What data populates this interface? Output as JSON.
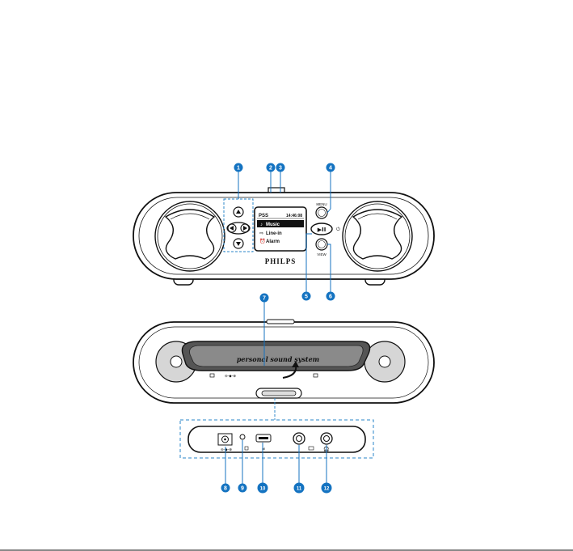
{
  "device": {
    "brand": "PHILPS",
    "screen": {
      "header_left": "PSS",
      "header_right": "14:46:08",
      "menu_items": [
        {
          "label": "Music",
          "icon": "music-note-icon",
          "selected": true
        },
        {
          "label": "Line-in",
          "icon": "arrow-right-icon",
          "selected": false
        },
        {
          "label": "Alarm",
          "icon": "clock-icon",
          "selected": false
        }
      ]
    },
    "buttons": {
      "menu_label": "MENU",
      "view_label": "VIEW",
      "play_pause_symbol": "▶II"
    },
    "back_dock_text": "personal sound system"
  },
  "callouts": [
    "1",
    "2",
    "3",
    "4",
    "5",
    "6",
    "7",
    "8",
    "9",
    "10",
    "11",
    "12"
  ],
  "colors": {
    "callout_fill": "#1473c1",
    "callout_line": "#1473c1",
    "dashed_box": "#2a86c8",
    "device_outline": "#111111",
    "speaker_fill": "#d6d6d6",
    "dock_fill": "#8a8a8a"
  }
}
